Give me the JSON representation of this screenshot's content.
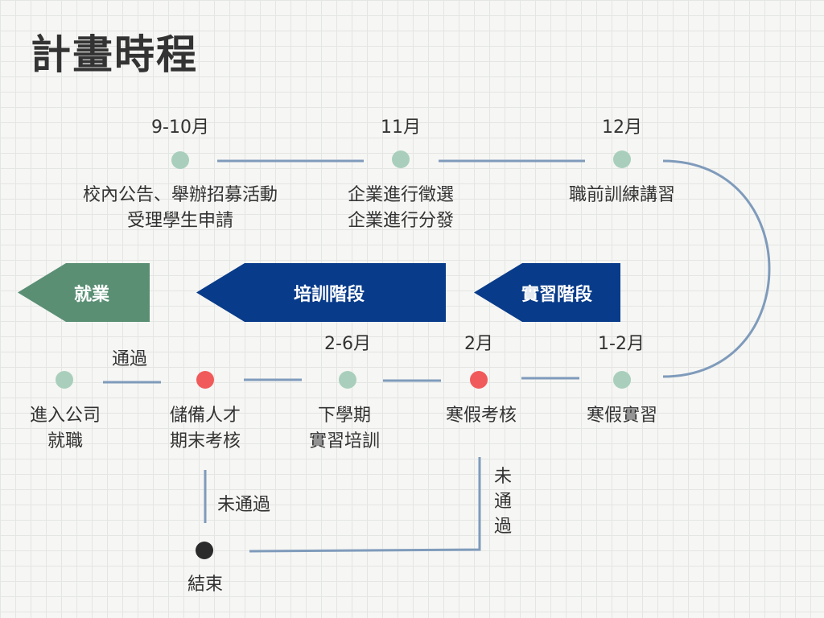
{
  "title": "計畫時程",
  "colors": {
    "dot_green": "#a9cfbc",
    "dot_red": "#f15a5a",
    "dot_black": "#2b2b2b",
    "line": "#7f9bbb",
    "arrow_green": "#5a8f74",
    "arrow_blue": "#083b8a"
  },
  "stages": {
    "employment": "就業",
    "training": "培訓階段",
    "internship": "實習階段"
  },
  "top_row": [
    {
      "month": "9-10月",
      "desc": "校內公告、舉辦招募活動\n受理學生申請"
    },
    {
      "month": "11月",
      "desc": "企業進行徵選\n企業進行分發"
    },
    {
      "month": "12月",
      "desc": "職前訓練講習"
    }
  ],
  "bottom_row": [
    {
      "month": "",
      "desc": "進入公司\n就職",
      "status": "normal"
    },
    {
      "month": "",
      "desc": "儲備人才\n期末考核",
      "status": "checkpoint"
    },
    {
      "month": "2-6月",
      "desc": "下學期\n實習培訓",
      "status": "normal"
    },
    {
      "month": "2月",
      "desc": "寒假考核",
      "status": "checkpoint"
    },
    {
      "month": "1-2月",
      "desc": "寒假實習",
      "status": "normal"
    }
  ],
  "end_node": {
    "label": "結束"
  },
  "labels": {
    "pass": "通過",
    "fail_final": "未通過",
    "fail_winter": "未通過"
  }
}
